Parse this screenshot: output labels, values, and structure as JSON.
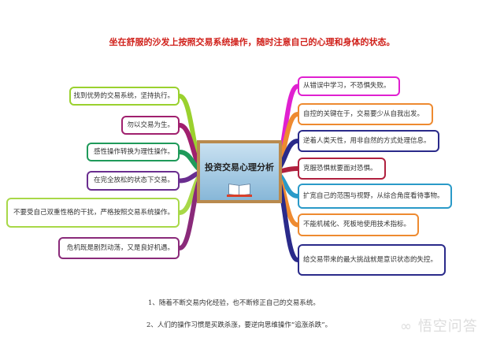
{
  "title": "坐在舒服的沙发上按照交易系统操作，随时注意自己的心理和身体的状态。",
  "center": {
    "label": "投资交易心理分析"
  },
  "left_nodes": [
    {
      "text": "找到优势的交易系统，坚持执行。",
      "color": "#9ad12e"
    },
    {
      "text": "勿以交易为生。",
      "color": "#a0206e"
    },
    {
      "text": "感性操作转换为理性操作。",
      "color": "#1f9a5a"
    },
    {
      "text": "在完全放松的状态下交易。",
      "color": "#6a2d8f"
    },
    {
      "text": "不要受自己双重性格的干扰，严格按照交易系统操作。",
      "color": "#a8d848"
    },
    {
      "text": "危机既是剧烈动荡，又是良好机遇。",
      "color": "#8a2a7a"
    }
  ],
  "right_nodes": [
    {
      "text": "从错误中学习，不恐惧失败。",
      "color": "#e020d0"
    },
    {
      "text": "自控的关键在于，交易要少从自我出发。",
      "color": "#ee8a30"
    },
    {
      "text": "逆着人类天性，用非自然的方式处理信息。",
      "color": "#2a2a8a"
    },
    {
      "text": "克服恐惧就要面对恐惧。",
      "color": "#b0203e"
    },
    {
      "text": "扩宽自己的范围与视野，从综合角度看待事物。",
      "color": "#2a9ac8"
    },
    {
      "text": "不能机械化、死板地使用技术指标。",
      "color": "#ee8a30"
    },
    {
      "text": "给交易带来的最大挑战就是意识状态的失控。",
      "color": "#2a2a8a"
    }
  ],
  "notes": [
    "1、随着不断交易内化经验，也不断修正自己的交易系统。",
    "2、人们的操作习惯是买跌杀涨，要逆向思维操作“追涨杀跌”。"
  ],
  "watermark": "∞ 悟空问答"
}
